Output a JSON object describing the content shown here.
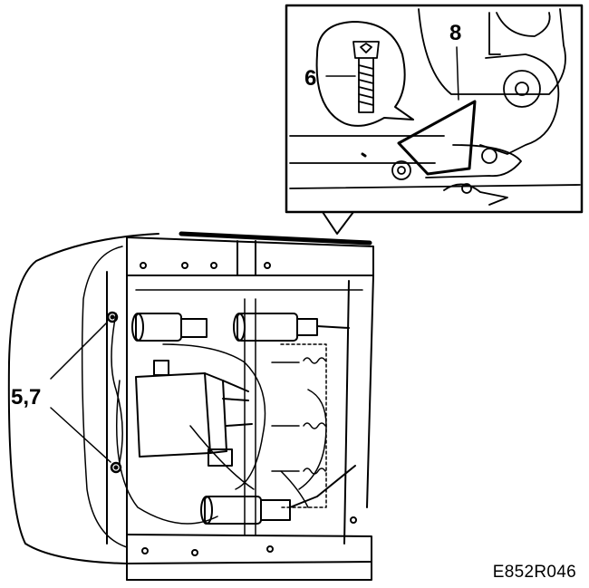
{
  "callouts": {
    "screw": "6",
    "bracket": "8",
    "nuts": "5,7"
  },
  "figure_code": "E852R046",
  "colors": {
    "ink": "#000000",
    "paper": "#ffffff"
  }
}
